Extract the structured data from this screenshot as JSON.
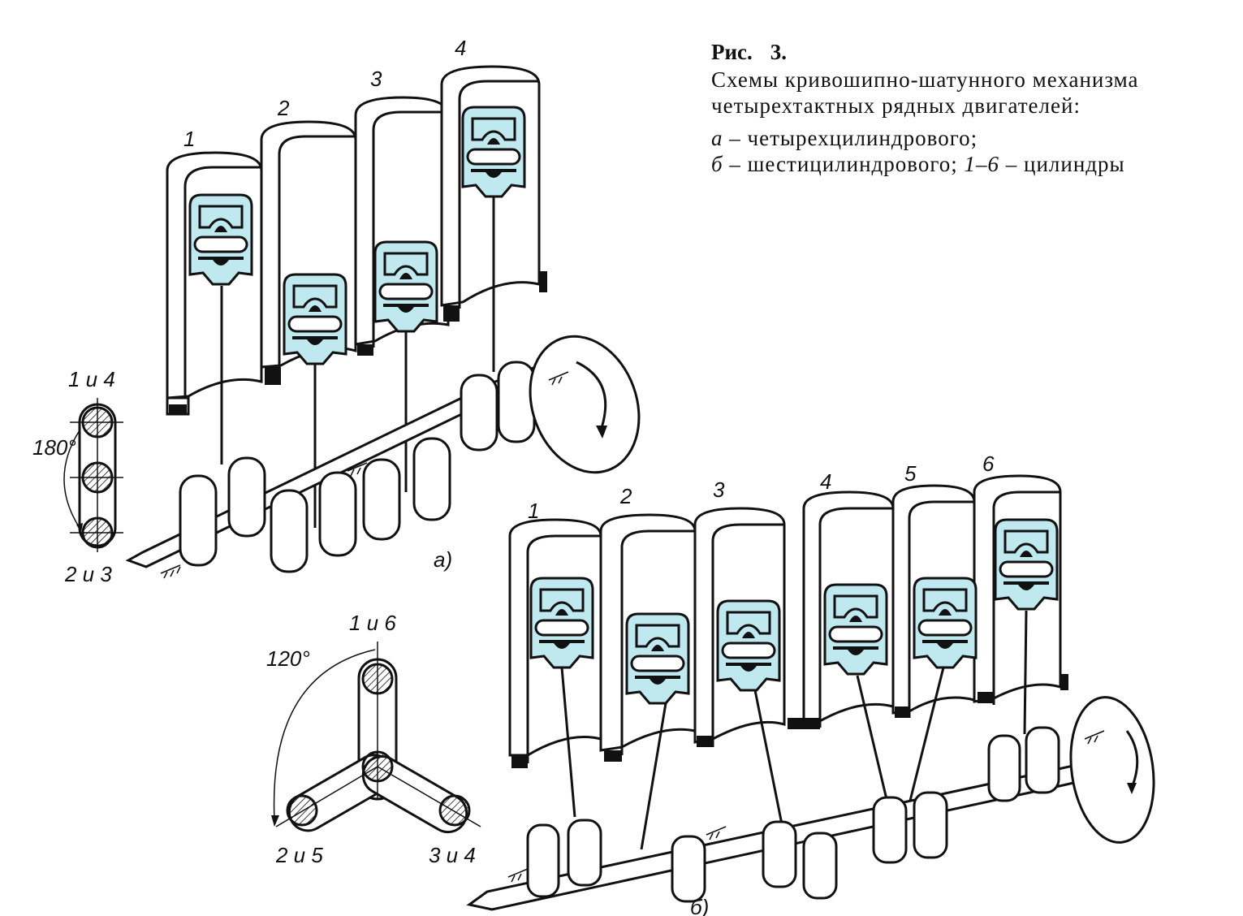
{
  "caption": {
    "fig_label": "Рис.",
    "fig_number": "3.",
    "line1": "Схемы кривошипно-шатунного механизма",
    "line2": "четырехтактных рядных двигателей:",
    "item_a_letter": "а",
    "item_a_dash": "–",
    "item_a_text": "четырехцилиндрового;",
    "item_b_letter": "б",
    "item_b_dash": "–",
    "item_b_text": "шестицилиндрового;",
    "item_range": "1–6",
    "item_range_dash": "–",
    "item_range_text": "цилиндры"
  },
  "diagram_a": {
    "label": "а)",
    "cylinder_numbers": [
      "1",
      "2",
      "3",
      "4"
    ],
    "crank_top_label": "1 и 4",
    "crank_bottom_label": "2 и 3",
    "angle_label": "180°"
  },
  "diagram_b": {
    "label": "б)",
    "cylinder_numbers": [
      "1",
      "2",
      "3",
      "4",
      "5",
      "6"
    ],
    "crank_top_label": "1 и 6",
    "crank_left_label": "2 и 5",
    "crank_right_label": "3 и 4",
    "angle_label": "120°"
  },
  "colors": {
    "piston_fill": "#bfe8ef",
    "outline": "#111111",
    "background": "#ffffff"
  }
}
